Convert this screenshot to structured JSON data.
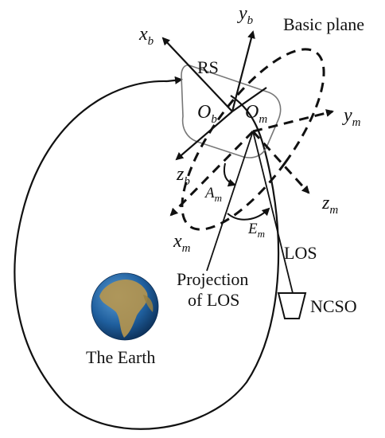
{
  "labels": {
    "basic_plane": "Basic plane",
    "rs": "RS",
    "los": "LOS",
    "ncso": "NCSO",
    "projection_line1": "Projection",
    "projection_line2": "of LOS",
    "earth": "The Earth"
  },
  "axes": {
    "xb": {
      "main": "x",
      "sub": "b"
    },
    "yb": {
      "main": "y",
      "sub": "b"
    },
    "zb": {
      "main": "z",
      "sub": "b"
    },
    "xm": {
      "main": "x",
      "sub": "m"
    },
    "ym": {
      "main": "y",
      "sub": "m"
    },
    "zm": {
      "main": "z",
      "sub": "m"
    }
  },
  "points": {
    "ob": {
      "main": "O",
      "sub": "b"
    },
    "om": {
      "main": "O",
      "sub": "m"
    }
  },
  "angles": {
    "am": {
      "main": "A",
      "sub": "m"
    },
    "em": {
      "main": "E",
      "sub": "m"
    }
  },
  "colors": {
    "ink": "#111111",
    "rs_outline": "#777777",
    "earth_ocean": "#1f5f9e",
    "earth_land": "#b7964e"
  }
}
